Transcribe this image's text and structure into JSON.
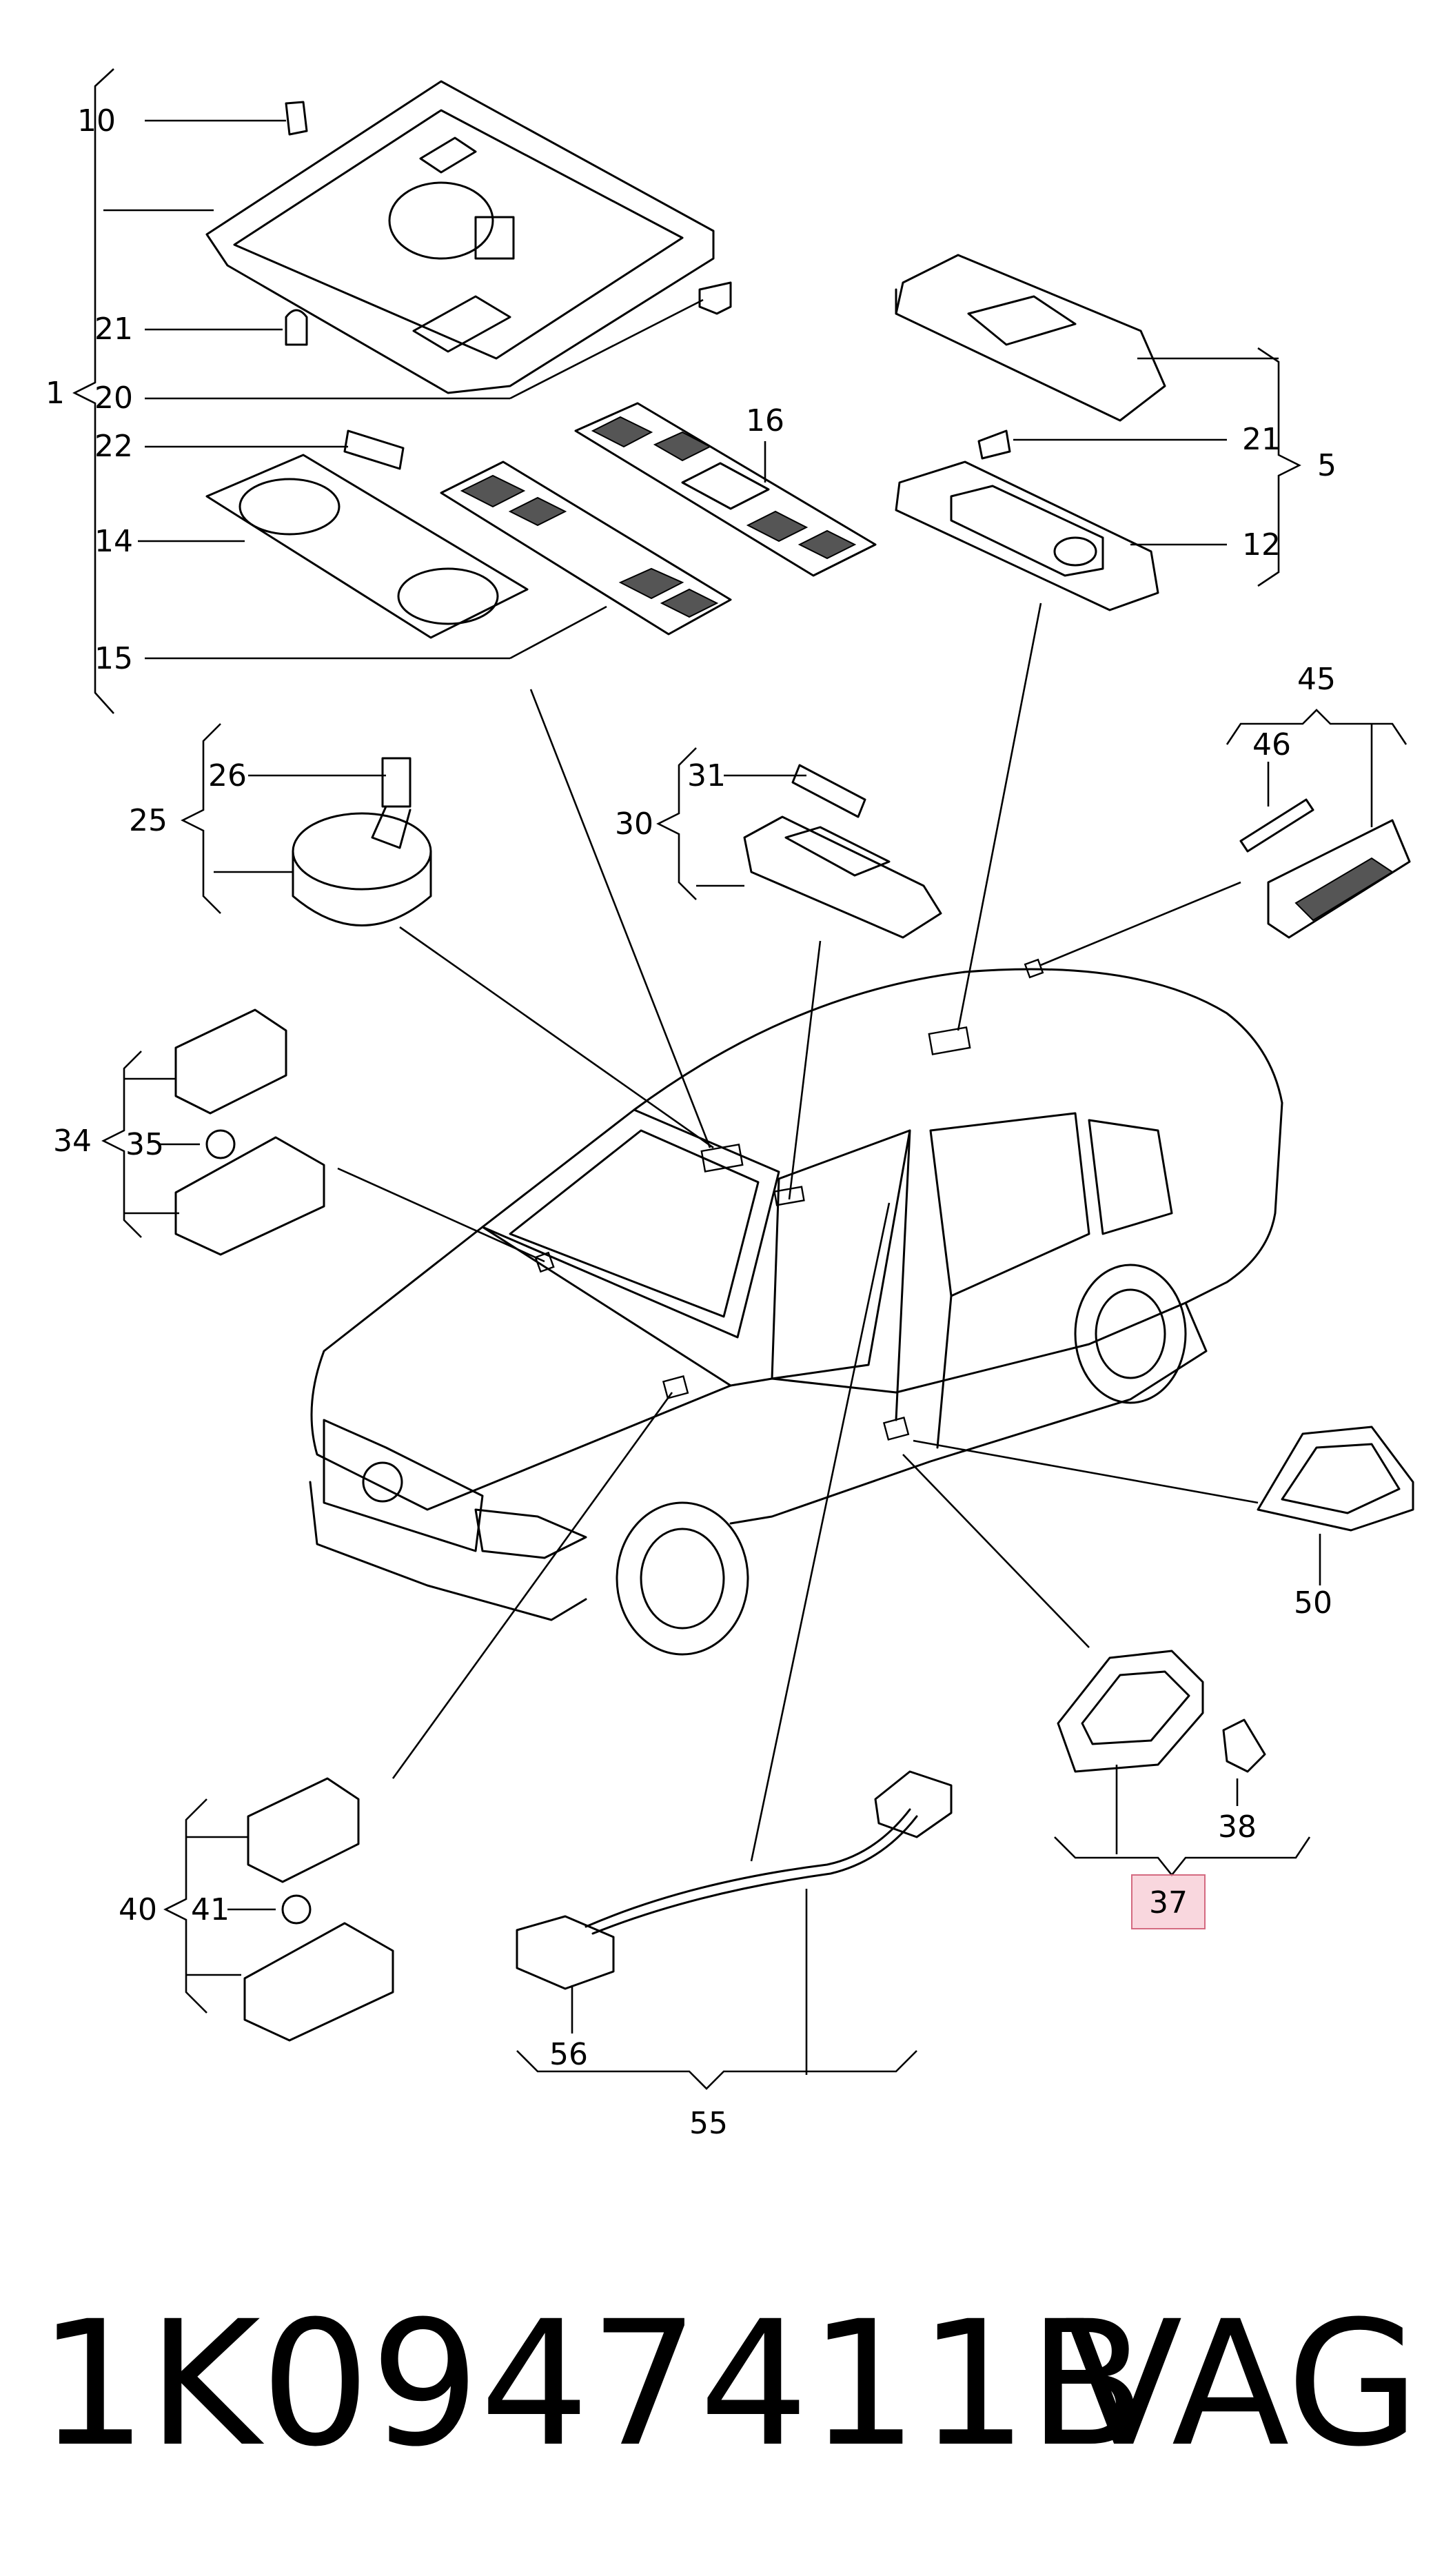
{
  "diagram": {
    "part_labels": [
      "10",
      "21",
      "20",
      "1",
      "22",
      "14",
      "15",
      "16",
      "21",
      "5",
      "12",
      "45",
      "46",
      "26",
      "25",
      "31",
      "30",
      "34",
      "35",
      "50",
      "37",
      "38",
      "40",
      "41",
      "56",
      "55"
    ],
    "highlighted_label": "37",
    "highlight_color": "#f4b6c2",
    "footer": {
      "part_number": "1K0947411B",
      "brand": "VAG"
    }
  }
}
